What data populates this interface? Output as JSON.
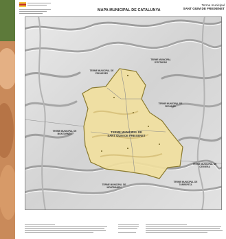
{
  "sheet": {
    "title": "MAPA MUNICIPAL DE CATALUNYA",
    "corner_title_line1": "Terme municipal",
    "corner_title_line2": "SANT GUIM DE FREIXENET"
  },
  "map": {
    "central_label_line1": "TERME MUNICIPAL DE",
    "central_label_line2": "SANT GUIM DE FREIXENET",
    "neighbours": [
      {
        "line1": "TERME MUNICIPAL",
        "line2": "D'ESTARÀS"
      },
      {
        "line1": "TERME MUNICIPAL DE",
        "line2": "PRIVAESES"
      },
      {
        "line1": "TERME MUNICIPAL DE",
        "line2": "FEGURAS"
      },
      {
        "line1": "TERME MUNICIPAL DE",
        "line2": "MONTORNÈS"
      },
      {
        "line1": "TERME MUNICIPAL DE",
        "line2": "CERVERA"
      },
      {
        "line1": "TERME MUNICIPAL DE",
        "line2": "MONTMANEU"
      },
      {
        "line1": "TERME MUNICIPAL DE",
        "line2": "TORREFETA"
      }
    ],
    "colors": {
      "municipality_fill": "#f1df9e",
      "municipality_border": "#8a7a2f",
      "relief_base": "#dcdcdc"
    }
  }
}
